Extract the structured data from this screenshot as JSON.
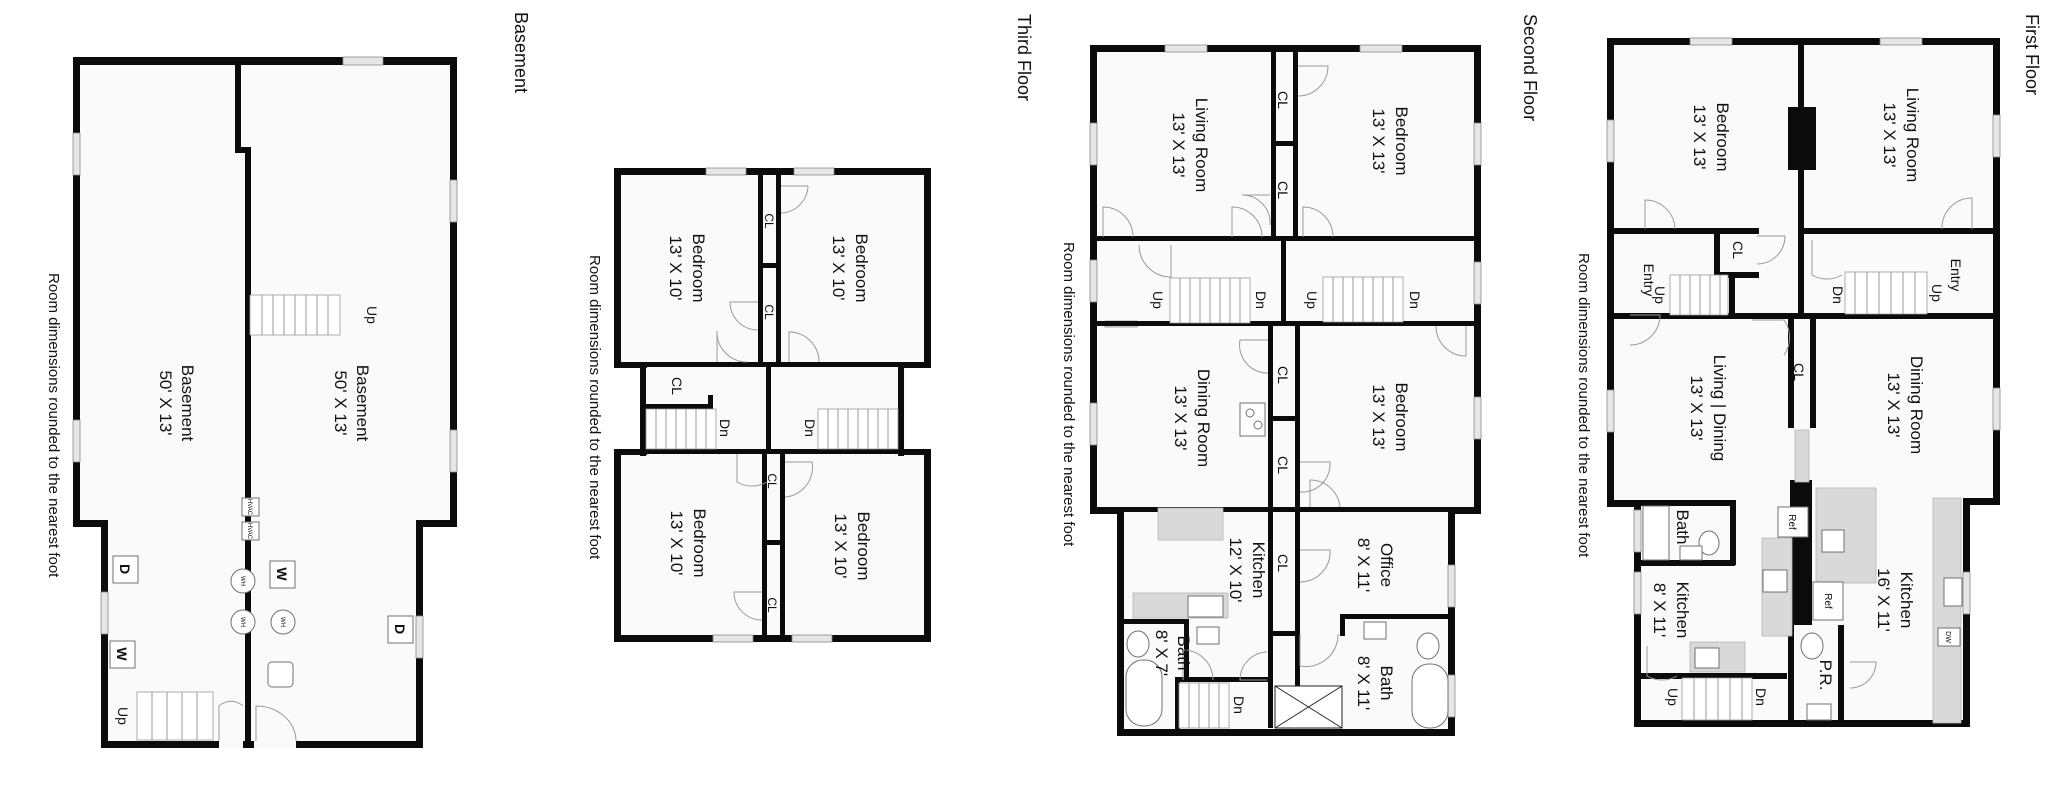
{
  "floors": {
    "first": {
      "title": "First Floor",
      "note": "Room dimensions rounded to the nearest foot",
      "rooms": [
        {
          "name": "Bedroom",
          "dims": "13' X 13'"
        },
        {
          "name": "Living Room",
          "dims": "13' X 13'"
        },
        {
          "name": "Living | Dining",
          "dims": "13' X 13'"
        },
        {
          "name": "Dining Room",
          "dims": "13' X 13'"
        },
        {
          "name": "Kitchen",
          "dims": "8' X 11'"
        },
        {
          "name": "Kitchen",
          "dims": "16' X 11'"
        },
        {
          "name": "Bath",
          "dims": ""
        },
        {
          "name": "P.R.",
          "dims": ""
        }
      ],
      "labels": {
        "entry_left": "Entry",
        "entry_right": "Entry",
        "cl_1": "CL",
        "cl_2": "CL",
        "up_1": "Up",
        "dn_1": "Dn",
        "up_2": "Up",
        "up_3": "Up",
        "dn_3": "Dn",
        "ref_1": "Ref",
        "ref_2": "Ref",
        "dw": "DW"
      }
    },
    "second": {
      "title": "Second Floor",
      "note": "Room dimensions rounded to the nearest foot",
      "rooms": [
        {
          "name": "Living Room",
          "dims": "13' X 13'"
        },
        {
          "name": "Bedroom",
          "dims": "13' X 13'"
        },
        {
          "name": "Dining Room",
          "dims": "13' X 13'"
        },
        {
          "name": "Bedroom",
          "dims": "13' X 13'"
        },
        {
          "name": "Kitchen",
          "dims": "12' X 10'"
        },
        {
          "name": "Office",
          "dims": "8' X 11'"
        },
        {
          "name": "Bath",
          "dims": "8' X 7'"
        },
        {
          "name": "Bath",
          "dims": "8' X 11'"
        }
      ],
      "labels": {
        "cl_1": "CL",
        "cl_2": "CL",
        "cl_3": "CL",
        "cl_4": "CL",
        "cl_5": "CL",
        "up_1": "Up",
        "dn_1": "Dn",
        "up_2": "Up",
        "dn_2": "Dn",
        "dn_3": "Dn"
      }
    },
    "third": {
      "title": "Third Floor",
      "note": "Room dimensions rounded to the nearest foot",
      "rooms": [
        {
          "name": "Bedroom",
          "dims": "13' X 10'"
        },
        {
          "name": "Bedroom",
          "dims": "13' X 10'"
        },
        {
          "name": "Bedroom",
          "dims": "13' X 10'"
        },
        {
          "name": "Bedroom",
          "dims": "13' X 10'"
        }
      ],
      "labels": {
        "cl_1": "CL",
        "cl_2": "CL",
        "cl_3": "CL",
        "cl_4": "CL",
        "cl_5": "CL",
        "dn_1": "Dn",
        "dn_2": "Dn"
      }
    },
    "basement": {
      "title": "Basement",
      "note": "Room dimensions rounded to the nearest foot",
      "rooms": [
        {
          "name": "Basement",
          "dims": "50' X 13'"
        },
        {
          "name": "Basement",
          "dims": "50' X 13'"
        }
      ],
      "labels": {
        "up_1": "Up",
        "up_2": "Up",
        "hvac_1": "HVAC",
        "hvac_2": "HVAC",
        "wh_1": "WH",
        "wh_2": "WH",
        "wh_3": "WH",
        "w_1": "W",
        "w_2": "W",
        "d_1": "D",
        "d_2": "D"
      }
    }
  }
}
